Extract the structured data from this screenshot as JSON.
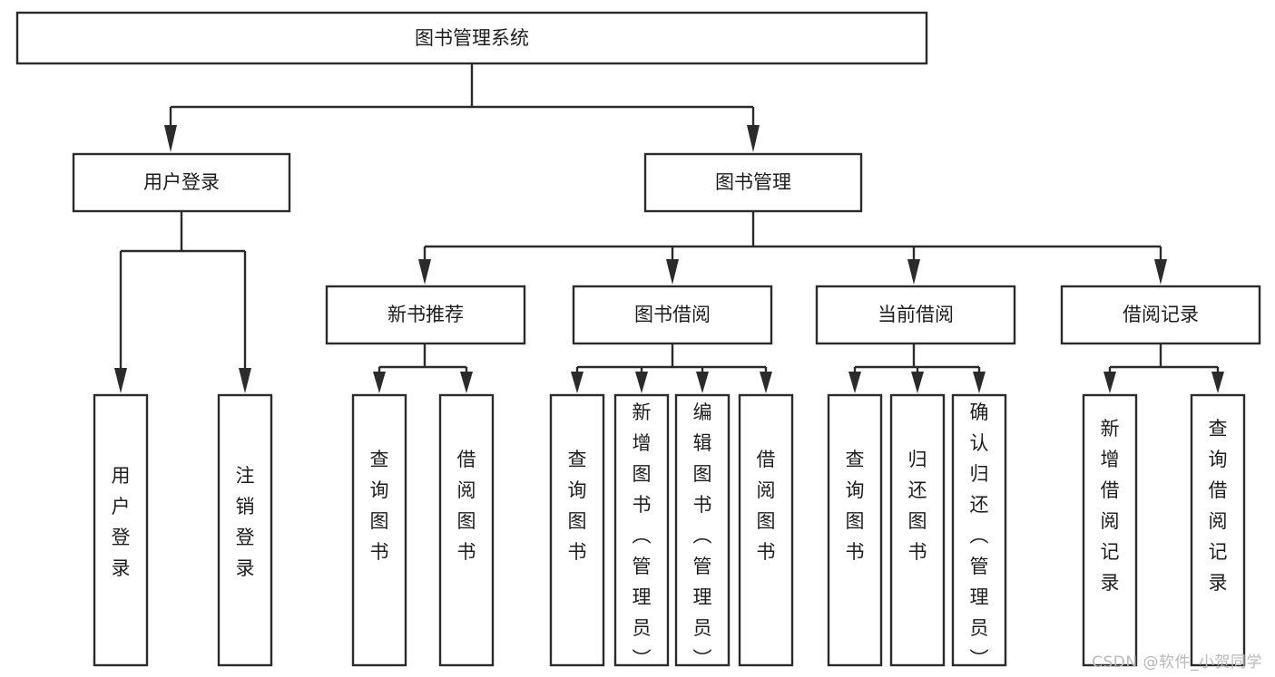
{
  "diagram": {
    "type": "tree",
    "title": "图书管理系统",
    "watermark": "CSDN @软件_小贺同学",
    "colors": {
      "stroke": "#2b2b2b",
      "fill": "#ffffff",
      "text": "#1d1d1d",
      "watermark": "#b9b9b9"
    },
    "levels": {
      "root": {
        "label": "图书管理系统"
      },
      "level1": [
        {
          "label": "用户登录"
        },
        {
          "label": "图书管理"
        }
      ],
      "level2": [
        {
          "label": "新书推荐"
        },
        {
          "label": "图书借阅"
        },
        {
          "label": "当前借阅"
        },
        {
          "label": "借阅记录"
        }
      ],
      "leaves": {
        "user_login": [
          {
            "label": "用户登录"
          },
          {
            "label": "注销登录"
          }
        ],
        "new_book_recommend": [
          {
            "label": "查询图书"
          },
          {
            "label": "借阅图书"
          }
        ],
        "book_borrow": [
          {
            "label": "查询图书"
          },
          {
            "label": "新增图书（管理员）"
          },
          {
            "label": "编辑图书（管理员）"
          },
          {
            "label": "借阅图书"
          }
        ],
        "current_borrow": [
          {
            "label": "查询图书"
          },
          {
            "label": "归还图书"
          },
          {
            "label": "确认归还（管理员）"
          }
        ],
        "borrow_record": [
          {
            "label": "新增借阅记录"
          },
          {
            "label": "查询借阅记录"
          }
        ]
      }
    }
  }
}
